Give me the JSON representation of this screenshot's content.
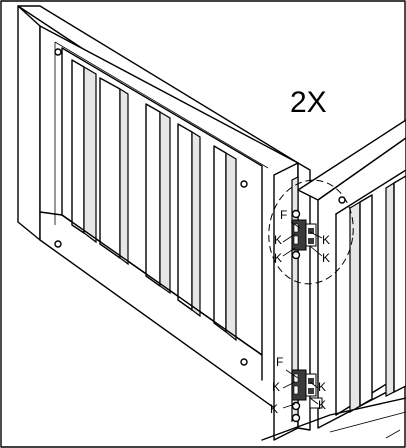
{
  "callout": {
    "quantity": "2X"
  },
  "labels": {
    "upper_f": "F",
    "upper_k1": "K",
    "upper_k2": "K",
    "upper_k3": "K",
    "upper_k4": "K",
    "lower_f": "F",
    "lower_k1": "K",
    "lower_k2": "K",
    "lower_k3": "K",
    "lower_k4": "K"
  },
  "colors": {
    "line": "#000000",
    "background": "#ffffff",
    "hinge": "#3a3a3a"
  }
}
